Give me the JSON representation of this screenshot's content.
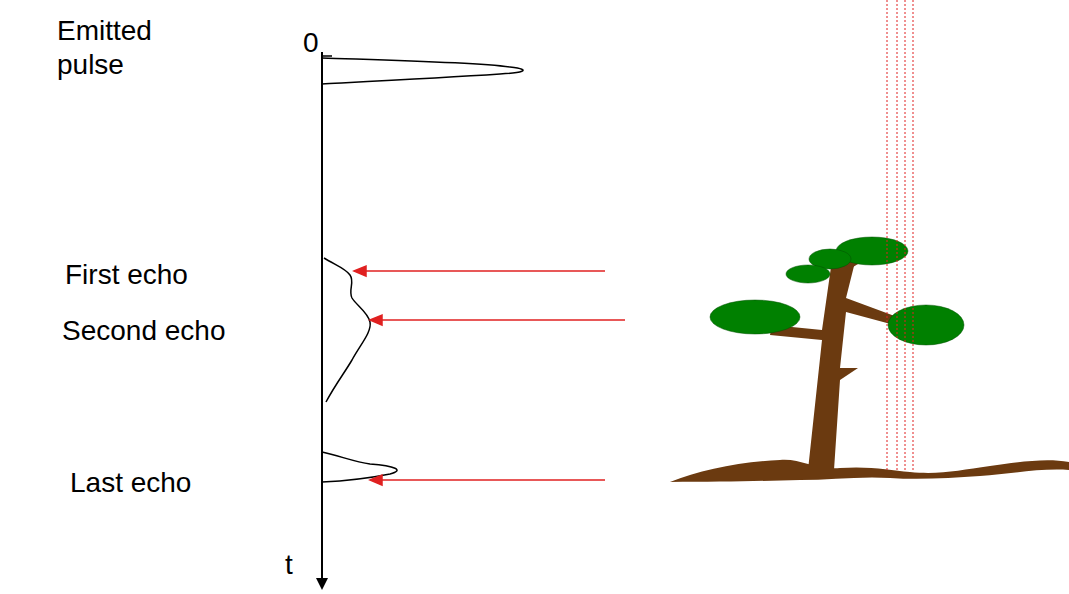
{
  "diagram": {
    "labels": [
      "Emitted pulse",
      "0",
      "First echo",
      "Second echo",
      "Last echo",
      "t"
    ]
  }
}
